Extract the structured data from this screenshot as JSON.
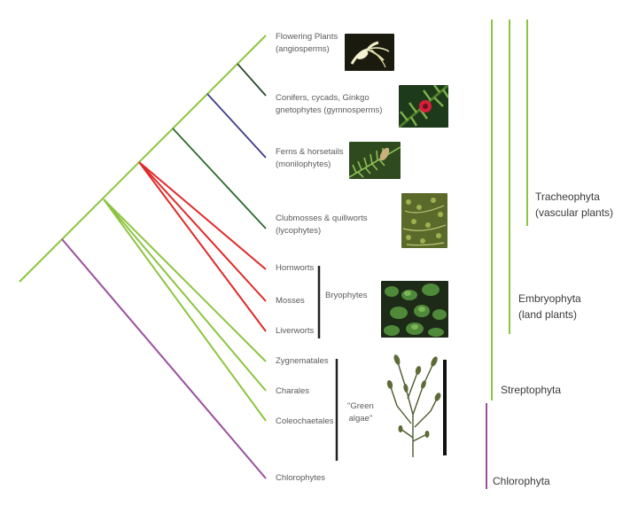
{
  "taxa": [
    {
      "line1": "Flowering Plants",
      "line2": "(angiosperms)"
    },
    {
      "line1": "Conifers, cycads, Ginkgo",
      "line2": "gnetophytes (gymnosperms)"
    },
    {
      "line1": "Ferns & horsetails",
      "line2": "(monilophytes)"
    },
    {
      "line1": "Clubmosses & quillworts",
      "line2": "(lycophytes)"
    },
    {
      "line1": "Hornworts"
    },
    {
      "line1": "Mosses"
    },
    {
      "line1": "Liverworts"
    },
    {
      "line1": "Zygnematales"
    },
    {
      "line1": "Charales"
    },
    {
      "line1": "Coleochaetales"
    },
    {
      "line1": "Chlorophytes"
    }
  ],
  "brackets": {
    "bryophytes": "Bryophytes",
    "green_algae_line1": "\"Green",
    "green_algae_line2": "algae\""
  },
  "clades": {
    "tracheophyta": {
      "line1": "Tracheophyta",
      "line2": "(vascular plants)"
    },
    "embryophyta": {
      "line1": "Embryophyta",
      "line2": "(land plants)"
    },
    "streptophyta": "Streptophyta",
    "chlorophyta": "Chlorophyta"
  },
  "colors": {
    "green": "#8cc540",
    "darkgreen": "#2d6a2e",
    "navy": "#3d3a8c",
    "red": "#e02a2a",
    "purple": "#9a4f9e",
    "bar": "#222222",
    "text": "#5a5a5a"
  }
}
